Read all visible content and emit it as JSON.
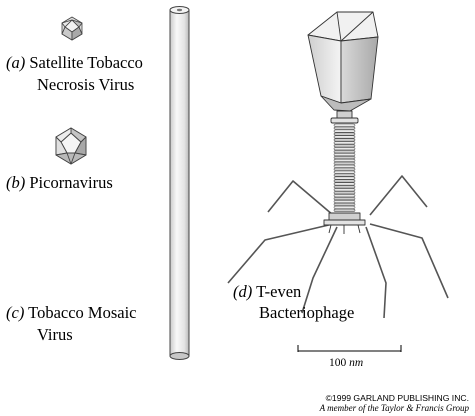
{
  "labels": {
    "a": {
      "letter": "(a)",
      "line1": "Satellite Tobacco",
      "line2": "Necrosis Virus"
    },
    "b": {
      "letter": "(b)",
      "name": "Picornavirus"
    },
    "c": {
      "letter": "(c)",
      "line1": "Tobacco Mosaic",
      "line2": "Virus"
    },
    "d": {
      "letter": "(d)",
      "line1": "T-even",
      "line2": "Bacteriophage"
    }
  },
  "scale_bar": {
    "value": "100",
    "unit": "nm"
  },
  "copyright": {
    "line1": "©1999 GARLAND PUBLISHING INC.",
    "line2": "A member of the Taylor & Francis Group"
  },
  "colors": {
    "ink": "#000000",
    "capsid_light": "#f1f1f1",
    "capsid_mid": "#d4d4d4",
    "capsid_dark": "#a8a8a8",
    "rod_fill": "#efefef"
  },
  "icons": {
    "satellite_virus": "icosahedron-icon",
    "picornavirus": "icosahedron-icon",
    "tmv": "rod-virus-icon",
    "phage": "bacteriophage-icon"
  }
}
